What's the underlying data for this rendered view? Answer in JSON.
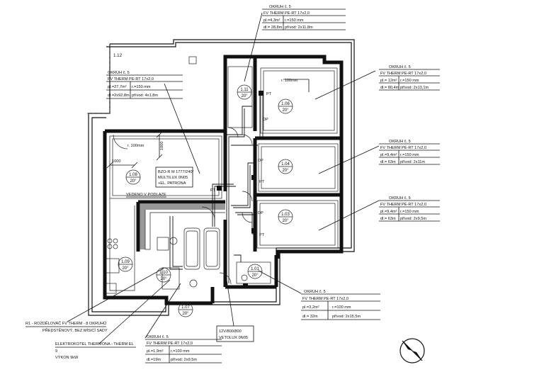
{
  "room_1_12": "1.12",
  "circuits": [
    {
      "id": "c1",
      "title": "OKRUH č. 5",
      "spec": "FV THERM PE-RT 17x2,0",
      "area": "pl.=4,3m²",
      "r": "r.=150 mm",
      "dl": "dl.= 28,8m",
      "privod": "přívod: 2x11,8m"
    },
    {
      "id": "c2",
      "title": "OKRUH č. 5",
      "spec": "FV THERM PE-RT 17x2,0",
      "area": "pl.=27,7m²",
      "r": "r.=150 mm",
      "dl": "dl.=2x92,8m",
      "privod": "přívod: 4x1,8m"
    },
    {
      "id": "c3",
      "title": "OKRUH č. 5",
      "spec": "FV THERM PE-RT 17x2,0",
      "area": "pl.= 12m²",
      "r": "r.=150 mm",
      "dl": "dl.= 80,4m",
      "privod": "přívod: 2x13,1m"
    },
    {
      "id": "c4",
      "title": "OKRUH č. 5",
      "spec": "FV THERM PE-RT 17x2,0",
      "area": "pl.=9,4m²",
      "r": "r.=150 mm",
      "dl": "dl.= 63m",
      "privod": "přívod: 2x11m"
    },
    {
      "id": "c5",
      "title": "OKRUH č. 5",
      "spec": "FV THERM PE-RT 17x2,0",
      "area": "pl.=9,4m²",
      "r": "r.=150 mm",
      "dl": "dl.= 63m",
      "privod": "přívod: 2x9,5m"
    },
    {
      "id": "c6",
      "title": "OKRUH č. 5",
      "spec": "FV THERM PE-RT 17x2,0",
      "area": "pl.=3,2m²",
      "r": "r.=100 mm",
      "dl": "dl.= 32m",
      "privod": "přívod: 2x15,5m"
    },
    {
      "id": "c7",
      "title": "OKRUH č. 5",
      "spec": "FV THERM PE-RT 17x2,0",
      "area": "pl.=1,9m²",
      "r": "r.=100 mm",
      "dl": "dl.=19m",
      "privod": "přívod: 2x9,5m"
    }
  ],
  "rooms": {
    "r111": {
      "num": "1.11",
      "temp": "20°"
    },
    "r106": {
      "num": "1.06",
      "temp": "20°"
    },
    "r104": {
      "num": "1.04",
      "temp": "20°"
    },
    "r103": {
      "num": "1.03",
      "temp": "20°"
    },
    "r108": {
      "num": "1.08",
      "temp": "20°"
    },
    "r109": {
      "num": "1.09",
      "temp": "20°"
    },
    "r110": {
      "num": "1.10",
      "temp": "20°"
    },
    "r107": {
      "num": "1.07",
      "temp": "20°"
    },
    "r101": {
      "num": "1.01",
      "temp": "20°"
    }
  },
  "labels": {
    "r100_top": "r. 100mm",
    "r100_left": "r. 100mm",
    "dim_1000_v": "1000",
    "dim_1000_h": "1000",
    "box_line1": "BZO-R M 1777/240/",
    "box_line2": "MULTILUX 0N05",
    "box_line3": "+EL. PATRONA",
    "vedeno": "VEDENO V PODLAZE",
    "pt1": "PT",
    "pt2": "PT",
    "pt3": "PT",
    "pt4": "PT",
    "dp1": "DP",
    "dp2": "DP",
    "dp3": "DP",
    "veth_line1": "12V/800/800",
    "veth_line2": "VETOLUX  0N05"
  },
  "legend": {
    "r1_line1": "R1 - ROZDĚLOVAČ FV THERM - 8 OKRUHŮ",
    "r1_line2": "PŘEDSTĚNOVÝ, BEZ MÍSICÍ SADY",
    "ek_line1": "ELEKTROKOTEL THERMONA - THERM EL",
    "ek_line2": "9",
    "ek_line3": "VÝKON 9kW"
  },
  "colors": {
    "ink": "#111111",
    "paper": "#ffffff"
  }
}
